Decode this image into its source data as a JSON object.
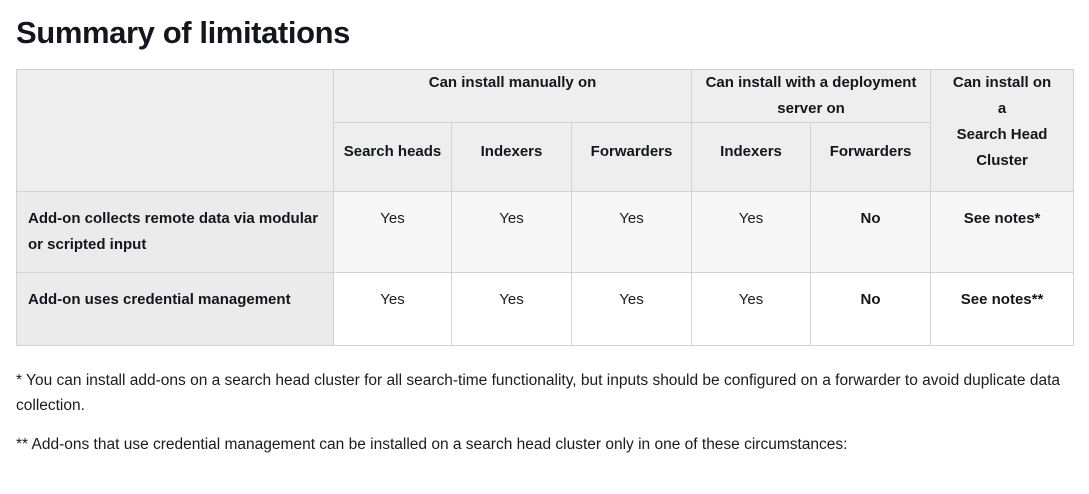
{
  "page_title": "Summary of limitations",
  "table": {
    "corner_label": "",
    "group_headers": [
      {
        "label": "Can install manually on",
        "span": 3
      },
      {
        "label": "Can install with a deployment server on",
        "span": 2
      },
      {
        "label": "Can install on a\nSearch Head Cluster",
        "span": 1,
        "rowspan": 2
      }
    ],
    "sub_headers": [
      "Search heads",
      "Indexers",
      "Forwarders",
      "Indexers",
      "Forwarders"
    ],
    "last_column_header_lines": [
      "Can install on",
      "a",
      "Search Head",
      "Cluster"
    ],
    "rows": [
      {
        "header": "Add-on collects remote data via modular or scripted input",
        "cells": [
          {
            "value": "Yes",
            "bold": false
          },
          {
            "value": "Yes",
            "bold": false
          },
          {
            "value": "Yes",
            "bold": false
          },
          {
            "value": "Yes",
            "bold": false
          },
          {
            "value": "No",
            "bold": true
          },
          {
            "value": "See notes*",
            "bold": true
          }
        ]
      },
      {
        "header": "Add-on uses credential management",
        "cells": [
          {
            "value": "Yes",
            "bold": false
          },
          {
            "value": "Yes",
            "bold": false
          },
          {
            "value": "Yes",
            "bold": false
          },
          {
            "value": "Yes",
            "bold": false
          },
          {
            "value": "No",
            "bold": true
          },
          {
            "value": "See notes**",
            "bold": true
          }
        ]
      }
    ]
  },
  "notes": [
    "* You can install add-ons on a search head cluster for all search-time functionality, but inputs should be configured on a forwarder to avoid duplicate data collection.",
    "** Add-ons that use credential management can be installed on a search head cluster only in one of these circumstances:"
  ],
  "colors": {
    "header_bg": "#eeeeee",
    "rowhead_bg": "#ebebeb",
    "zebra_bg": "#f7f7f7",
    "border": "#d2d2d2",
    "title": "#13161c"
  }
}
